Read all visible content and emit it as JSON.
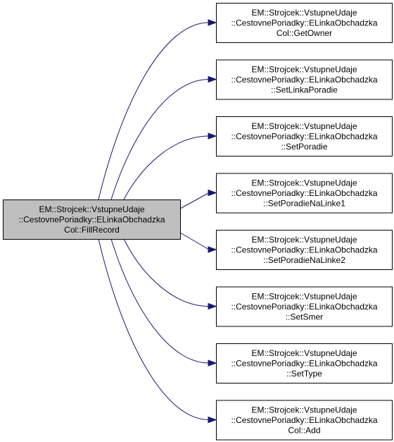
{
  "colors": {
    "background": "#ffffff",
    "source_fill": "#bfbfbf",
    "node_fill": "#ffffff",
    "border": "#000000",
    "edge": "#191970"
  },
  "source": {
    "lines": [
      "EM::Strojcek::VstupneUdaje",
      "::CestovnePoriadky::ELinkaObchadzka",
      "Col::FillRecord"
    ]
  },
  "targets": [
    {
      "lines": [
        "EM::Strojcek::VstupneUdaje",
        "::CestovnePoriadky::ELinkaObchadzka",
        "Col::GetOwner"
      ]
    },
    {
      "lines": [
        "EM::Strojcek::VstupneUdaje",
        "::CestovnePoriadky::ELinkaObchadzka",
        "::SetLinkaPoradie"
      ]
    },
    {
      "lines": [
        "EM::Strojcek::VstupneUdaje",
        "::CestovnePoriadky::ELinkaObchadzka",
        "::SetPoradie"
      ]
    },
    {
      "lines": [
        "EM::Strojcek::VstupneUdaje",
        "::CestovnePoriadky::ELinkaObchadzka",
        "::SetPoradieNaLinke1"
      ]
    },
    {
      "lines": [
        "EM::Strojcek::VstupneUdaje",
        "::CestovnePoriadky::ELinkaObchadzka",
        "::SetPoradieNaLinke2"
      ]
    },
    {
      "lines": [
        "EM::Strojcek::VstupneUdaje",
        "::CestovnePoriadky::ELinkaObchadzka",
        "::SetSmer"
      ]
    },
    {
      "lines": [
        "EM::Strojcek::VstupneUdaje",
        "::CestovnePoriadky::ELinkaObchadzka",
        "::SetType"
      ]
    },
    {
      "lines": [
        "EM::Strojcek::VstupneUdaje",
        "::CestovnePoriadky::ELinkaObchadzka",
        "Col::Add"
      ]
    }
  ]
}
